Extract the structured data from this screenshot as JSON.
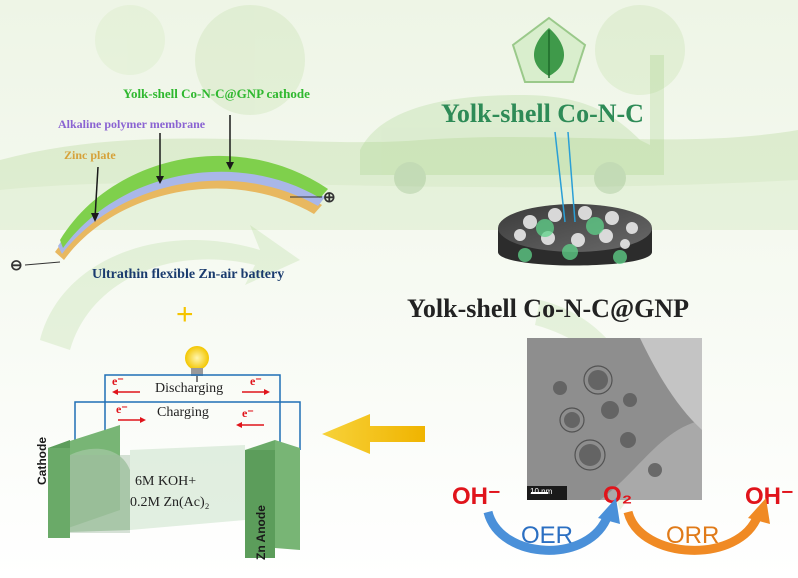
{
  "battery_diagram": {
    "cathode_label": "Yolk-shell Co-N-C@GNP cathode",
    "membrane_label": "Alkaline polymer membrane",
    "zinc_label": "Zinc plate",
    "plus_terminal": "⊕",
    "minus_terminal": "⊖",
    "caption": "Ultrathin flexible Zn-air battery"
  },
  "plus_sign": "+",
  "cell": {
    "electron_symbol": "e⁻",
    "discharging_label": "Discharging",
    "charging_label": "Charging",
    "cathode_label": "Cathode",
    "anode_label": "Zn Anode",
    "electrolyte_line1": "6M KOH+",
    "electrolyte_line2": "0.2M Zn(Ac)₂"
  },
  "catalyst": {
    "title": "Yolk-shell Co-N-C",
    "composite_title": "Yolk-shell Co-N-C@GNP",
    "scale_bar": "10 nm"
  },
  "reactions": {
    "oh_left": "OH⁻",
    "o2": "O₂",
    "oh_right": "OH⁻",
    "oer": "OER",
    "orr": "ORR"
  },
  "colors": {
    "cathode_layer": "#7fd04c",
    "membrane_layer": "#a9b7e8",
    "zinc_layer": "#e8b860",
    "cathode_text": "#2fb82f",
    "membrane_text": "#8a63d2",
    "zinc_text": "#d6a23a",
    "title_green": "#2e8b57",
    "arrow_yellow": "#f5c400",
    "oer_blue": "#4a90d9",
    "orr_orange": "#f08a24",
    "electron_red": "#e0141b"
  }
}
